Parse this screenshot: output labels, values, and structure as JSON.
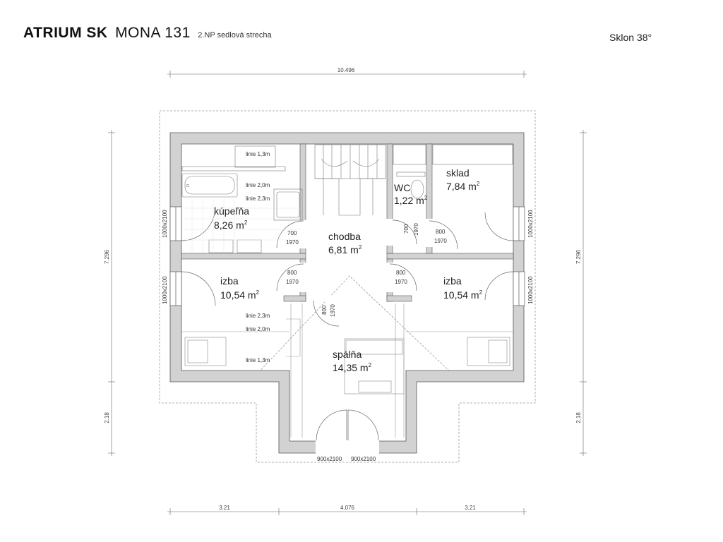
{
  "header": {
    "brand": "ATRIUM SK",
    "model": "MONA 131",
    "subtitle": "2.NP sedlová strecha",
    "slope": "Sklon 38°"
  },
  "dimensions": {
    "top_total": "10.496",
    "bottom_left": "3.21",
    "bottom_center": "4.076",
    "bottom_right": "3.21",
    "left_height": "7.296",
    "left_bottom": "2.18",
    "right_height": "7.296",
    "right_bottom": "2.18"
  },
  "rooms": {
    "bathroom": {
      "name": "kúpeľňa",
      "area": "8,26 m"
    },
    "hall": {
      "name": "chodba",
      "area": "6,81 m"
    },
    "wc": {
      "name": "WC",
      "area": "1,22 m"
    },
    "storage": {
      "name": "sklad",
      "area": "7,84 m"
    },
    "room_left": {
      "name": "izba",
      "area": "10,54 m"
    },
    "room_right": {
      "name": "izba",
      "area": "10,54 m"
    },
    "bedroom": {
      "name": "spálňa",
      "area": "14,35 m"
    },
    "area_sup": "2"
  },
  "lines": {
    "l13_top": "linie 1,3m",
    "l20_bath": "linie 2,0m",
    "l23_bath": "linie 2,3m",
    "l23_room": "linie 2,3m",
    "l20_room": "linie 2,0m",
    "l13_room": "linie 1,3m"
  },
  "doors": {
    "bath_w": "700",
    "bath_h": "1970",
    "wc_w": "700",
    "wc_h": "1970",
    "storage_w": "800",
    "storage_h": "1970",
    "left_w": "800",
    "left_h": "1970",
    "right_w": "800",
    "right_h": "1970",
    "bed_w": "800",
    "bed_h": "1970",
    "win_bath": "1000x2100",
    "win_left": "1000x2100",
    "win_storage": "1000x2100",
    "win_right": "1000x2100",
    "win_bed_left": "900x2100",
    "win_bed_right": "900x2100"
  }
}
